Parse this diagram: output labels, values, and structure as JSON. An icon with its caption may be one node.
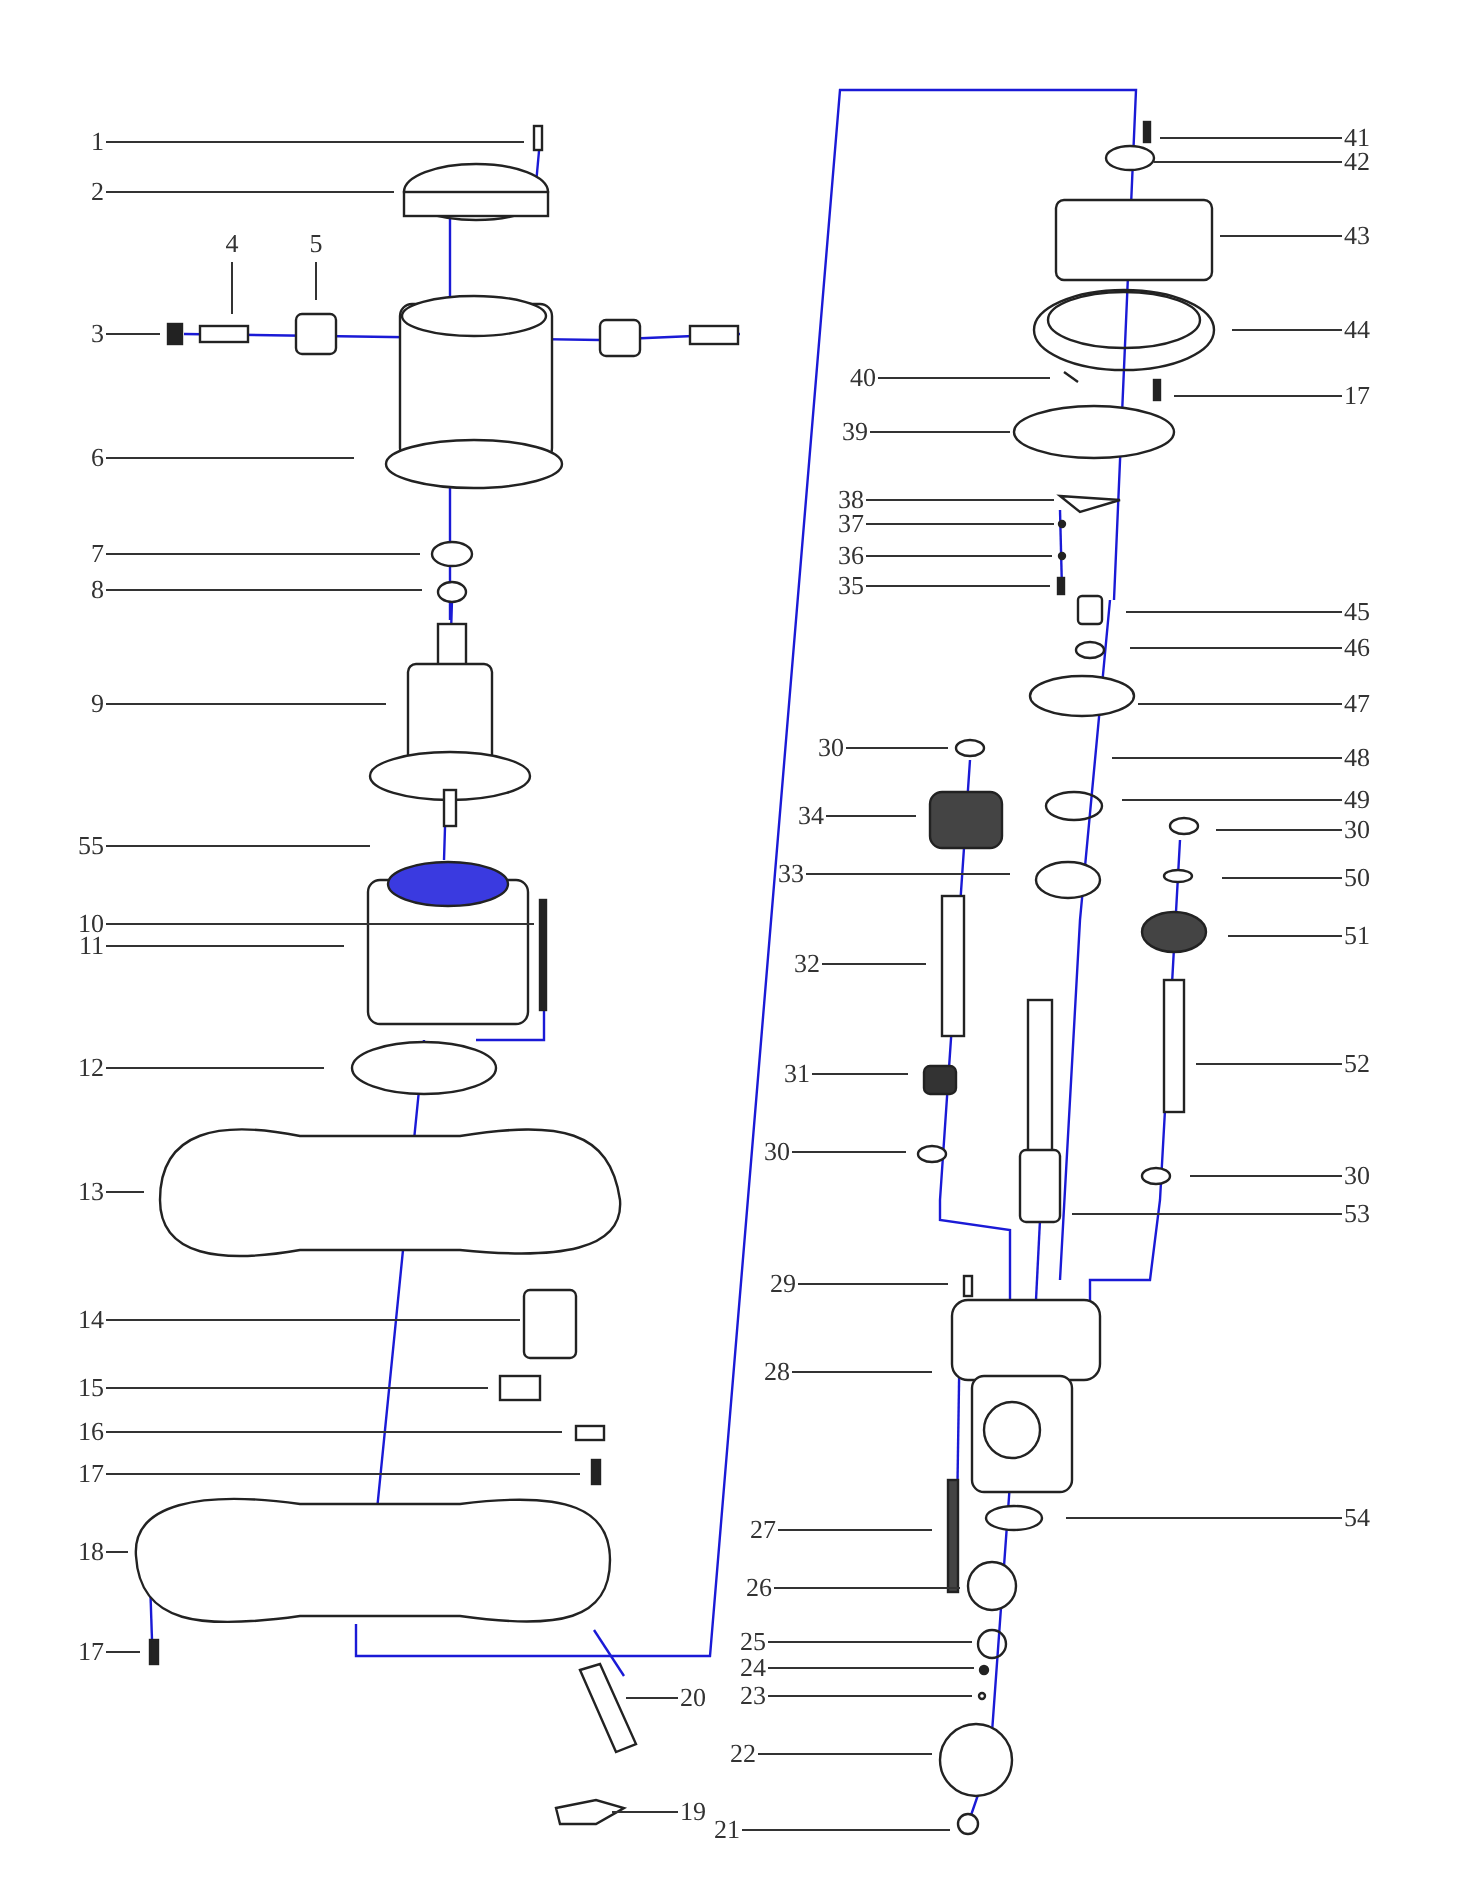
{
  "diagram": {
    "nodes": [
      {
        "text": [
          "1"
        ]
      },
      {
        "text": [
          "2"
        ]
      },
      {
        "text": [
          "4"
        ]
      },
      {
        "text": [
          "5"
        ]
      },
      {
        "text": [
          "3"
        ]
      },
      {
        "text": [
          "6"
        ]
      },
      {
        "text": [
          "7"
        ]
      },
      {
        "text": [
          "8"
        ]
      },
      {
        "text": [
          "9"
        ]
      },
      {
        "text": [
          "55"
        ]
      },
      {
        "text": [
          "10"
        ]
      },
      {
        "text": [
          "11"
        ]
      },
      {
        "text": [
          "12"
        ]
      },
      {
        "text": [
          "13"
        ]
      },
      {
        "text": [
          "14"
        ]
      },
      {
        "text": [
          "15"
        ]
      },
      {
        "text": [
          "16"
        ]
      },
      {
        "text": [
          "17"
        ]
      },
      {
        "text": [
          "18"
        ]
      },
      {
        "text": [
          "17"
        ]
      },
      {
        "text": [
          "20"
        ]
      },
      {
        "text": [
          "19"
        ]
      },
      {
        "text": [
          "41"
        ]
      },
      {
        "text": [
          "42"
        ]
      },
      {
        "text": [
          "43"
        ]
      },
      {
        "text": [
          "44"
        ]
      },
      {
        "text": [
          "40"
        ]
      },
      {
        "text": [
          "17"
        ]
      },
      {
        "text": [
          "39"
        ]
      },
      {
        "text": [
          "38"
        ]
      },
      {
        "text": [
          "37"
        ]
      },
      {
        "text": [
          "36"
        ]
      },
      {
        "text": [
          "35"
        ]
      },
      {
        "text": [
          "45"
        ]
      },
      {
        "text": [
          "46"
        ]
      },
      {
        "text": [
          "47"
        ]
      },
      {
        "text": [
          "30"
        ]
      },
      {
        "text": [
          "48"
        ]
      },
      {
        "text": [
          "34"
        ]
      },
      {
        "text": [
          "49"
        ]
      },
      {
        "text": [
          "30"
        ]
      },
      {
        "text": [
          "33"
        ]
      },
      {
        "text": [
          "50"
        ]
      },
      {
        "text": [
          "51"
        ]
      },
      {
        "text": [
          "32"
        ]
      },
      {
        "text": [
          "52"
        ]
      },
      {
        "text": [
          "31"
        ]
      },
      {
        "text": [
          "30"
        ]
      },
      {
        "text": [
          "30"
        ]
      },
      {
        "text": [
          "53"
        ]
      },
      {
        "text": [
          "29"
        ]
      },
      {
        "text": [
          "28"
        ]
      },
      {
        "text": [
          "27"
        ]
      },
      {
        "text": [
          "54"
        ]
      },
      {
        "text": [
          "26"
        ]
      },
      {
        "text": [
          "25"
        ]
      },
      {
        "text": [
          "24"
        ]
      },
      {
        "text": [
          "23"
        ]
      },
      {
        "text": [
          "22"
        ]
      },
      {
        "text": [
          "21"
        ]
      }
    ],
    "edges": [
      {
        "from": 0,
        "to": null,
        "arrow": "none"
      },
      {
        "from": 1,
        "to": null,
        "arrow": "none"
      },
      {
        "from": 2,
        "to": null,
        "arrow": "none"
      },
      {
        "from": 3,
        "to": null,
        "arrow": "none"
      },
      {
        "from": 4,
        "to": null,
        "arrow": "none"
      },
      {
        "from": 5,
        "to": null,
        "arrow": "none"
      },
      {
        "from": 6,
        "to": null,
        "arrow": "none"
      },
      {
        "from": 7,
        "to": null,
        "arrow": "none"
      },
      {
        "from": 8,
        "to": null,
        "arrow": "none"
      },
      {
        "from": 9,
        "to": null,
        "arrow": "none"
      },
      {
        "from": 10,
        "to": null,
        "arrow": "none"
      },
      {
        "from": 11,
        "to": null,
        "arrow": "none"
      },
      {
        "from": 12,
        "to": null,
        "arrow": "none"
      },
      {
        "from": 13,
        "to": null,
        "arrow": "none"
      },
      {
        "from": 14,
        "to": null,
        "arrow": "none"
      },
      {
        "from": 15,
        "to": null,
        "arrow": "none"
      },
      {
        "from": 16,
        "to": null,
        "arrow": "none"
      },
      {
        "from": 17,
        "to": null,
        "arrow": "none"
      },
      {
        "from": 18,
        "to": null,
        "arrow": "none"
      },
      {
        "from": 19,
        "to": null,
        "arrow": "none"
      },
      {
        "from": 20,
        "to": null,
        "arrow": "none"
      },
      {
        "from": 21,
        "to": null,
        "arrow": "none"
      },
      {
        "from": 22,
        "to": null,
        "arrow": "none"
      },
      {
        "from": 23,
        "to": null,
        "arrow": "none"
      },
      {
        "from": 24,
        "to": null,
        "arrow": "none"
      },
      {
        "from": 25,
        "to": null,
        "arrow": "none"
      },
      {
        "from": 26,
        "to": null,
        "arrow": "none"
      },
      {
        "from": 27,
        "to": null,
        "arrow": "none"
      },
      {
        "from": 28,
        "to": null,
        "arrow": "none"
      },
      {
        "from": 29,
        "to": null,
        "arrow": "none"
      },
      {
        "from": 30,
        "to": null,
        "arrow": "none"
      },
      {
        "from": 31,
        "to": null,
        "arrow": "none"
      },
      {
        "from": 32,
        "to": null,
        "arrow": "none"
      },
      {
        "from": 33,
        "to": null,
        "arrow": "none"
      },
      {
        "from": 34,
        "to": null,
        "arrow": "none"
      },
      {
        "from": 35,
        "to": null,
        "arrow": "none"
      },
      {
        "from": 36,
        "to": null,
        "arrow": "none"
      },
      {
        "from": 37,
        "to": null,
        "arrow": "none"
      },
      {
        "from": 38,
        "to": null,
        "arrow": "none"
      },
      {
        "from": 39,
        "to": null,
        "arrow": "none"
      },
      {
        "from": 40,
        "to": null,
        "arrow": "none"
      },
      {
        "from": 41,
        "to": null,
        "arrow": "none"
      },
      {
        "from": 42,
        "to": null,
        "arrow": "none"
      },
      {
        "from": 43,
        "to": null,
        "arrow": "none"
      },
      {
        "from": 44,
        "to": null,
        "arrow": "none"
      },
      {
        "from": 45,
        "to": null,
        "arrow": "none"
      },
      {
        "from": 46,
        "to": null,
        "arrow": "none"
      },
      {
        "from": 47,
        "to": null,
        "arrow": "none"
      },
      {
        "from": 48,
        "to": null,
        "arrow": "none"
      },
      {
        "from": 49,
        "to": null,
        "arrow": "none"
      },
      {
        "from": 50,
        "to": null,
        "arrow": "none"
      },
      {
        "from": 51,
        "to": null,
        "arrow": "none"
      },
      {
        "from": 52,
        "to": null,
        "arrow": "none"
      },
      {
        "from": 53,
        "to": null,
        "arrow": "none"
      },
      {
        "from": 54,
        "to": null,
        "arrow": "none"
      },
      {
        "from": 55,
        "to": null,
        "arrow": "none"
      },
      {
        "from": 56,
        "to": null,
        "arrow": "none"
      },
      {
        "from": 57,
        "to": null,
        "arrow": "none"
      },
      {
        "from": 58,
        "to": null,
        "arrow": "none"
      },
      {
        "from": 59,
        "to": null,
        "arrow": "none"
      }
    ]
  }
}
